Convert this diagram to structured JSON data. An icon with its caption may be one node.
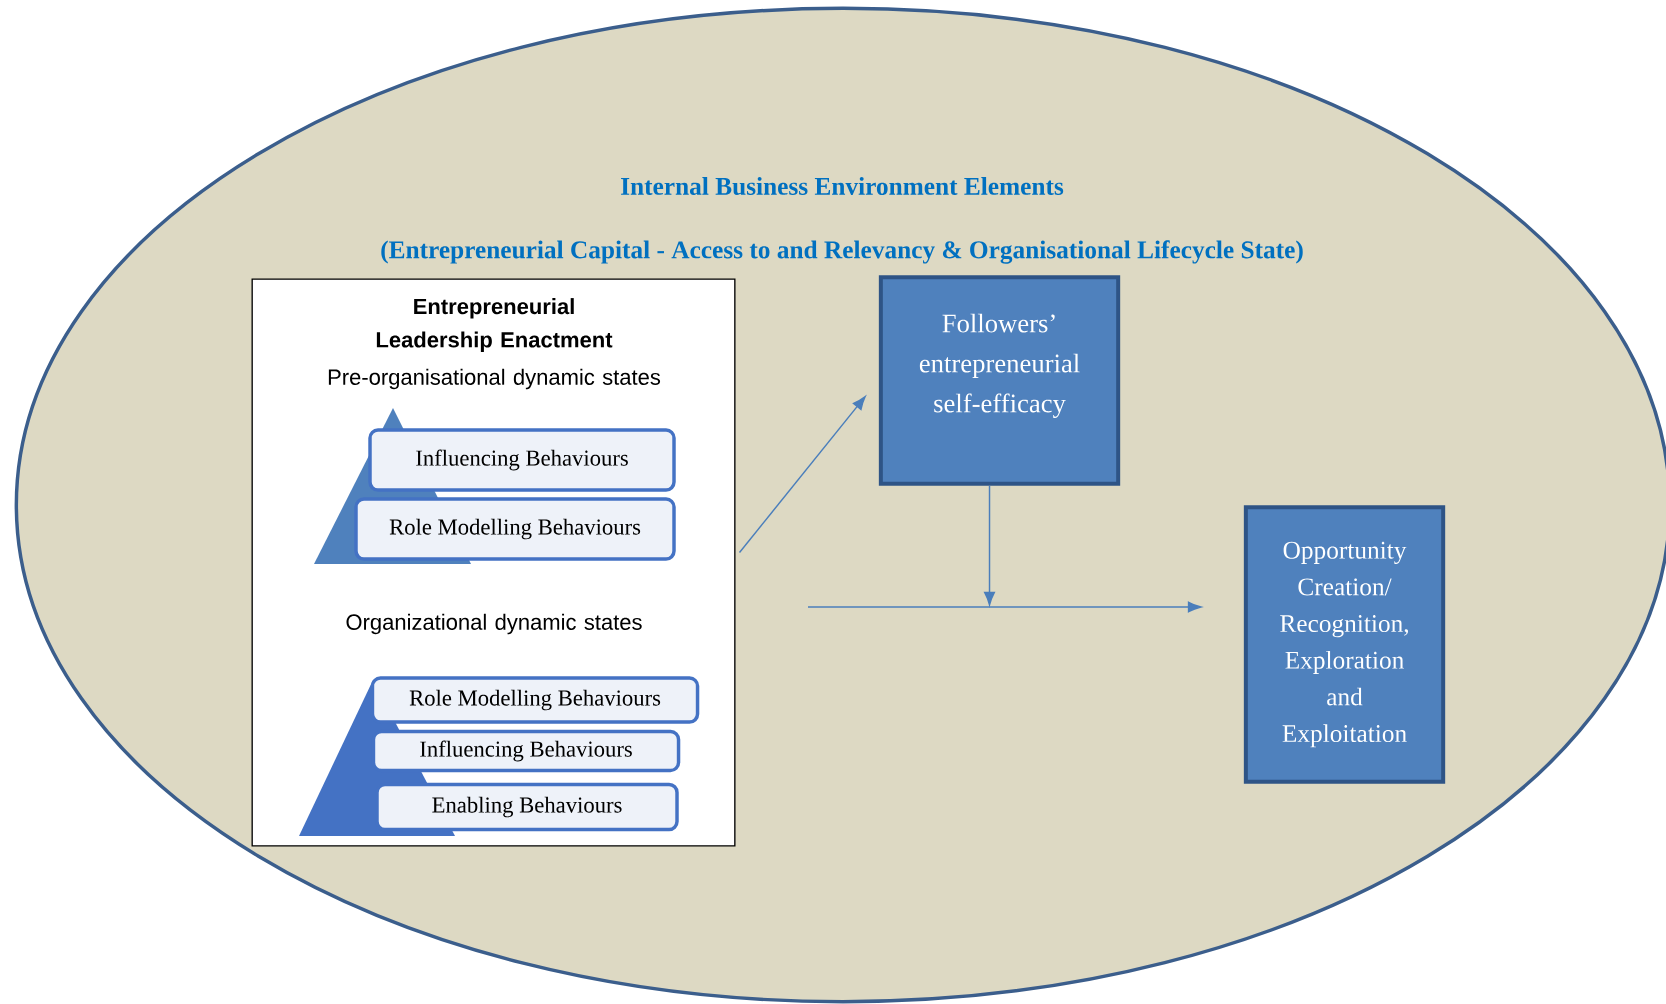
{
  "diagram": {
    "nodes": [
      {
        "text": [
          "Internal Business Environment Elements",
          "(Entrepreneurial Capital - Access to and Relevancy & Organisational Lifecycle State)"
        ]
      },
      {
        "text": [
          "Entrepreneurial Leadership Enactment",
          "Pre-organisational dynamic states",
          "Organizational dynamic states"
        ],
        "in": 0
      },
      {
        "text": [
          "Influencing Behaviours"
        ],
        "in": 1
      },
      {
        "text": [
          "Role Modelling Behaviours"
        ],
        "in": 1
      },
      {
        "text": [
          "Role Modelling Behaviours"
        ],
        "in": 1
      },
      {
        "text": [
          "Influencing Behaviours"
        ],
        "in": 1
      },
      {
        "text": [
          "Enabling Behaviours"
        ],
        "in": 1
      },
      {
        "text": [
          "Followers’ entrepreneurial self-efficacy"
        ],
        "in": 0
      },
      {
        "text": [
          "Opportunity Creation/ Recognition, Exploration and Exploitation"
        ],
        "in": 0
      }
    ],
    "edges": [
      {
        "from": 1,
        "to": 7,
        "arrow": "to"
      },
      {
        "from": 7,
        "to": null,
        "arrow": "to"
      },
      {
        "from": null,
        "to": 8,
        "arrow": "to"
      }
    ]
  }
}
